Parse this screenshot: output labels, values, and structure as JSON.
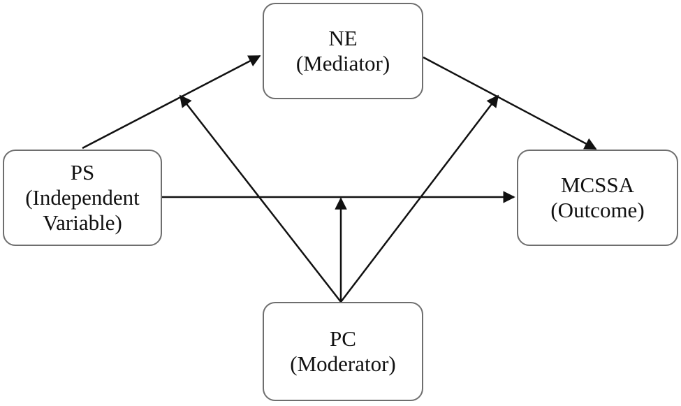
{
  "nodes": {
    "ne": {
      "name": "NE",
      "role": "(Mediator)"
    },
    "ps": {
      "name": "PS",
      "role_line1": "(Independent",
      "role_line2": "Variable)"
    },
    "mcssa": {
      "name": "MCSSA",
      "role": "(Outcome)"
    },
    "pc": {
      "name": "PC",
      "role": "(Moderator)"
    }
  },
  "edges": [
    {
      "from": "PS",
      "to": "NE"
    },
    {
      "from": "NE",
      "to": "MCSSA"
    },
    {
      "from": "PS",
      "to": "MCSSA"
    },
    {
      "from": "PC",
      "to": "PS → NE path"
    },
    {
      "from": "PC",
      "to": "PS → MCSSA path"
    },
    {
      "from": "PC",
      "to": "NE → MCSSA path"
    }
  ],
  "colors": {
    "line": "#111111",
    "border": "#6e6e6e",
    "text": "#111111"
  }
}
